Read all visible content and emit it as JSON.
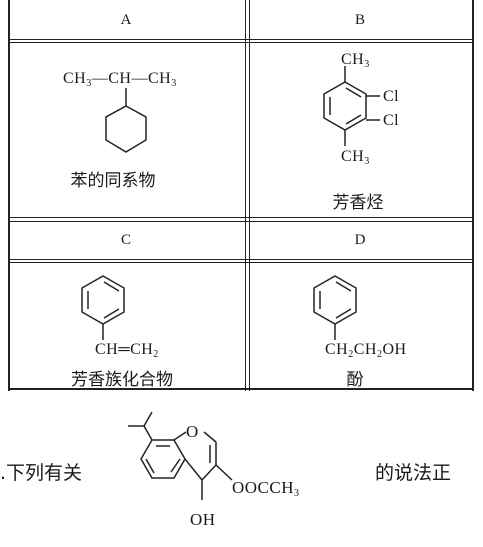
{
  "table": {
    "cells": [
      {
        "id": "A",
        "header": "A",
        "formula_parts": [
          "CH",
          "3",
          "—CH—CH",
          "3"
        ],
        "caption": "苯的同系物"
      },
      {
        "id": "B",
        "header": "B",
        "substituents": {
          "top": "CH",
          "top_sub": "3",
          "cl1": "Cl",
          "cl2": "Cl",
          "bottom": "CH",
          "bottom_sub": "3"
        },
        "caption": "芳香烃"
      },
      {
        "id": "C",
        "header": "C",
        "formula_parts": [
          "CH",
          "═CH",
          "2"
        ],
        "caption": "芳香族化合物"
      },
      {
        "id": "D",
        "header": "D",
        "formula_parts": [
          "CH",
          "2",
          "CH",
          "2",
          "OH"
        ],
        "caption": "酚"
      }
    ]
  },
  "question": {
    "prefix": ".下列有关",
    "suffix": "的说法正",
    "molecule": {
      "ring_o": "O",
      "ester": "OOCCH",
      "ester_sub": "3",
      "hydroxyl": "OH"
    }
  }
}
